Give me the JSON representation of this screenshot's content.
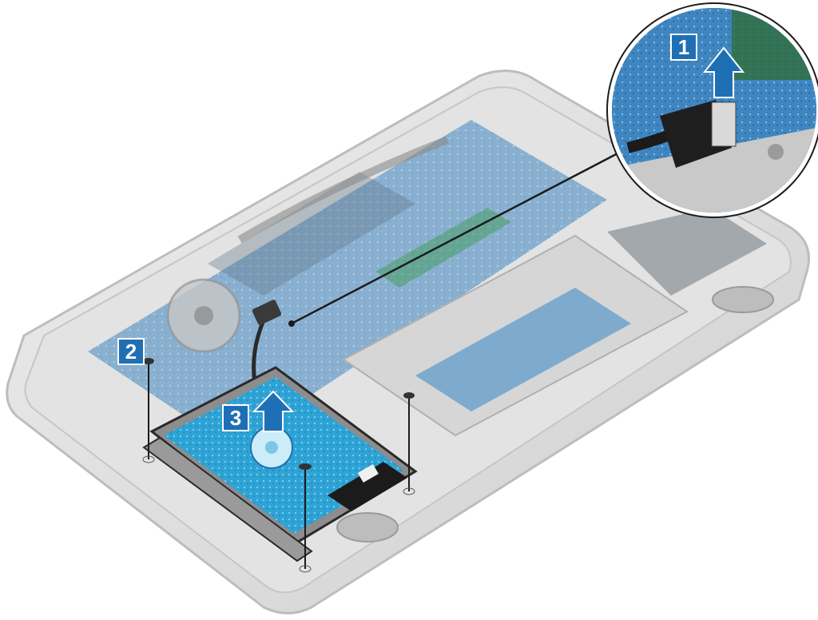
{
  "steps": {
    "one": "1",
    "two": "2",
    "three": "3"
  },
  "illustration": {
    "subject": "laptop-bottom-open-hard-drive-removal",
    "colors": {
      "chassis": "#d9d9d9",
      "motherboard": "#3f86c0",
      "hdd_platter": "#3aa9d8",
      "badge": "#1f6fb5",
      "callout_border": "#1b1b1b"
    }
  }
}
